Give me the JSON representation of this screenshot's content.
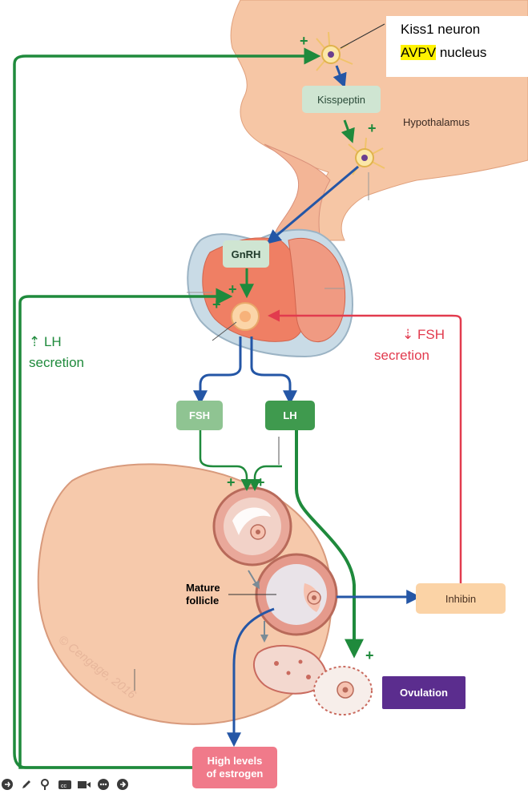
{
  "labels": {
    "kiss1_line1": "Kiss1 neuron",
    "kiss1_avpv": "AVPV",
    "kiss1_nucleus": " nucleus",
    "kisspeptin": "Kisspeptin",
    "hypothalamus": "Hypothalamus",
    "gnrh": "GnRH",
    "lh_up_line1": "⇡ LH",
    "lh_up_line2": "secretion",
    "fsh_down_line1": "⇣ FSH",
    "fsh_down_line2": "secretion",
    "fsh": "FSH",
    "lh": "LH",
    "mature_follicle_line1": "Mature",
    "mature_follicle_line2": "follicle",
    "inhibin": "Inhibin",
    "ovulation": "Ovulation",
    "estrogen_line1": "High levels",
    "estrogen_line2": "of estrogen",
    "watermark": "© Cengage, 2016",
    "plus": "+"
  },
  "colors": {
    "stimulatory": "#1f8a3c",
    "inhibitory": "#e23b4e",
    "flow": "#2456a6",
    "tissue": "#f7c8a8",
    "pituitary": "#ee7a5e",
    "kisspeptin_box": "#cfe5d2",
    "fsh_box": "#8fc492",
    "lh_box": "#3f9a4e",
    "inhibin_box": "#fbd3a6",
    "ovulation_box": "#5b2d8e",
    "estrogen_box": "#f07a8a",
    "highlight": "#fff200"
  },
  "toolbar": {
    "icons": [
      "share-icon",
      "pen-icon",
      "search-icon",
      "captions-icon",
      "camera-icon",
      "more-icon",
      "forward-icon"
    ]
  }
}
